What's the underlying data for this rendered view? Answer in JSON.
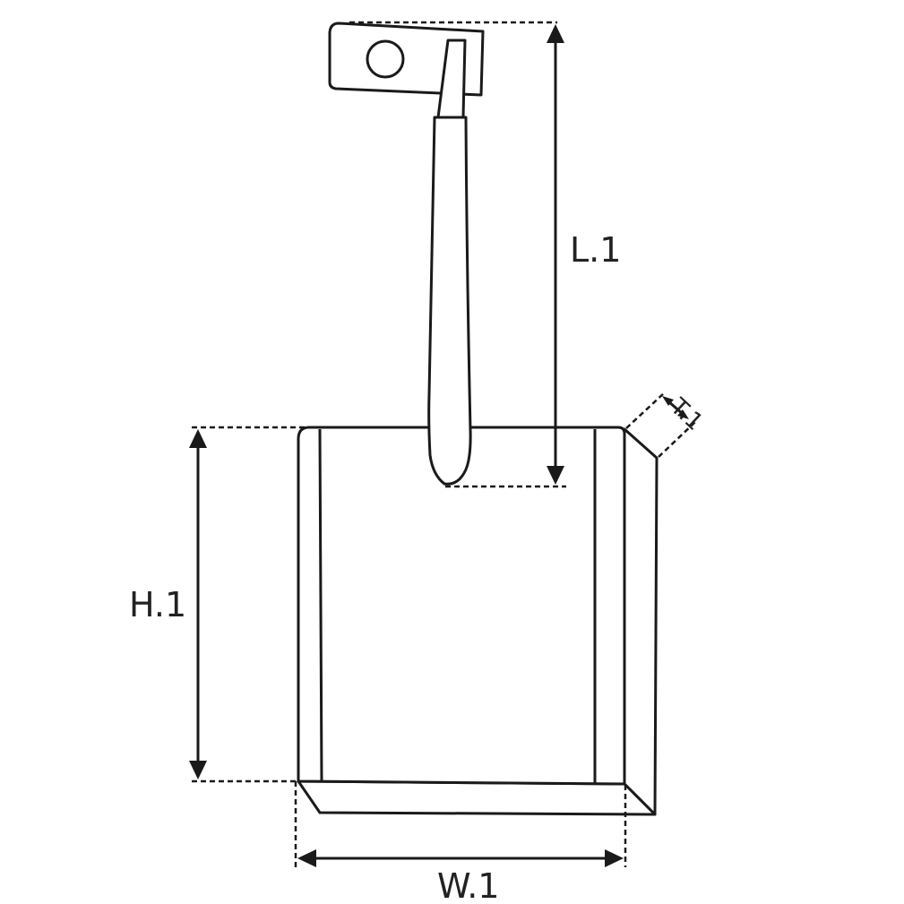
{
  "labels": {
    "length": "L.1",
    "height": "H.1",
    "width": "W.1",
    "thickness": "T.1"
  },
  "colors": {
    "stroke": "#1a1a1a",
    "background": "#ffffff"
  }
}
